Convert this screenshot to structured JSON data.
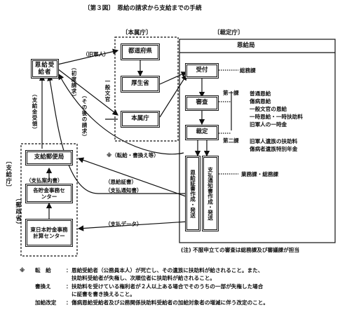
{
  "title": "〔第３図〕　恩給の請求から支給までの手続",
  "sections": {
    "honkyo": "〔本属庁〕",
    "saitei": "〔裁定庁〕",
    "shikyu": "〔支給庁〕",
    "shikyu_sub": "（郵政省）"
  },
  "boxes": {
    "claimant": "恩給受給者",
    "prefecture": "都道府県",
    "mhw": "厚生省",
    "honkyo_office": "本属庁",
    "pension_bureau": "恩給局",
    "uketsuke": "受付",
    "shinsa": "審査",
    "saitei": "裁定",
    "shosho": "恩給証書作成・発送",
    "shiharai": "支払通知書作成・発送",
    "post_office": "支給郵便局",
    "savings_center": "各貯金事務センター",
    "east_center": "東日本貯金事務計算センター"
  },
  "arrows": {
    "former_soldier": "（旧軍人）",
    "initial_claim": "（初度請求）",
    "general_staff": "一般文官",
    "subsequent_claim": "（その後の請求）",
    "transfer": "※（転給・書換え等）",
    "pension_receipt": "（支給金受領）",
    "payment_guide": "（支払案内書）",
    "certificate": "（恩給証書）",
    "payment_notice": "（支払通知書）",
    "payment_data": "（支払データ）"
  },
  "right_labels": {
    "general_affairs": "総務課",
    "div1_title": "第一課",
    "div1_items": [
      "普通恩給",
      "傷病恩給",
      "一般文官の恩給",
      "一時恩給・一時扶助料",
      "旧軍人の一時金"
    ],
    "div2_title": "第二課",
    "div2_items": [
      "旧軍人遺族の扶助料",
      "傷病者遺族特別年金"
    ],
    "business": "業務課・総務課"
  },
  "footnote": "(注) 不服申立ての審査は総務課及び審議課が担当",
  "notes": [
    {
      "mark": "※",
      "term": "転　給",
      "text": "恩給受給者（公務員本人）が死亡し、その遺族に扶助料が給されること。また、",
      "cont": "扶助料受給者が失権し、次順位者に扶助料が給されること。"
    },
    {
      "mark": "",
      "term": "書換え",
      "text": "扶助料を受けている権利者が２人以上ある場合でそのうちの一部が失権した場合",
      "cont": "に証書を書き換えること。"
    },
    {
      "mark": "",
      "term": "加給改定",
      "text": "傷病恩給受給者及び公務関係扶助料受給者の加給対象者の増減に伴う改定のこと。",
      "cont": ""
    }
  ]
}
